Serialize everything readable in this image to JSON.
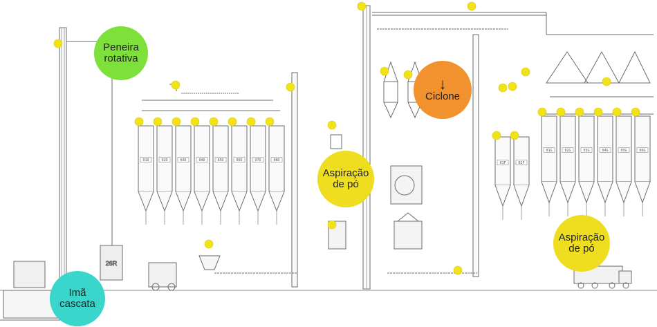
{
  "colors": {
    "line": "#6b6b6b",
    "light_line": "#9a9a9a",
    "dot": "#f2e21a",
    "green": "#7ee03a",
    "orange": "#f2922e",
    "yellow": "#eede1f",
    "teal": "#3ad6cc"
  },
  "labels": {
    "peneira": [
      "Peneira",
      "rotativa"
    ],
    "ciclone": "Ciclone",
    "aspiracao_left": [
      "Aspiração",
      "de pó"
    ],
    "aspiracao_right": [
      "Aspiração",
      "de pó"
    ],
    "ima": [
      "Imã",
      "cascata"
    ]
  },
  "icons": {
    "ciclone": "arrow-down-icon"
  },
  "bins": {
    "left": [
      "01D",
      "02D",
      "03D",
      "04D",
      "05D",
      "06D",
      "07D",
      "08D"
    ],
    "right": [
      "01G",
      "02G",
      "03G",
      "04G",
      "05G",
      "06G"
    ],
    "center": [
      "01F",
      "02F"
    ],
    "bag": "26R"
  }
}
